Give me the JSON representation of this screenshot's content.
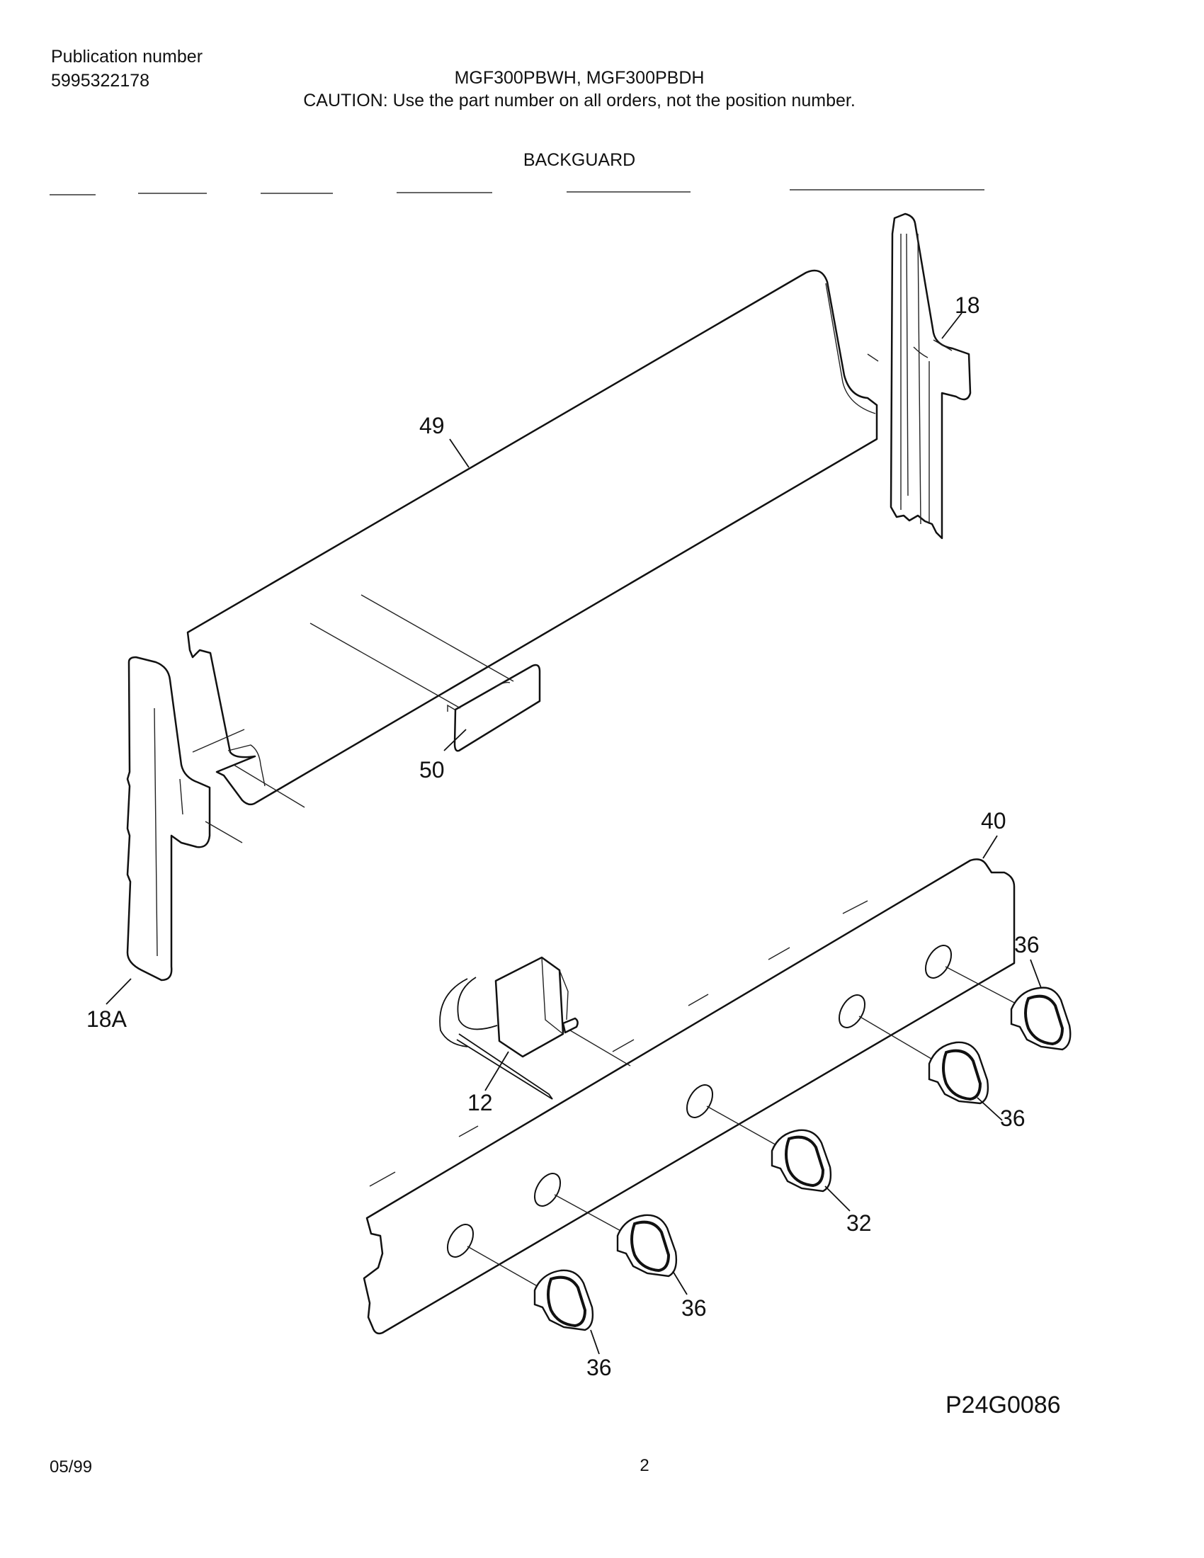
{
  "header": {
    "publication_label": "Publication number",
    "publication_number": "5995322178",
    "models": "MGF300PBWH, MGF300PBDH",
    "caution": "CAUTION:  Use the part number on all orders, not the position number.",
    "section_title": "BACKGUARD"
  },
  "diagram": {
    "callouts": {
      "c18": "18",
      "c18a": "18A",
      "c49": "49",
      "c50": "50",
      "c40": "40",
      "c12": "12",
      "c32": "32",
      "c36a": "36",
      "c36b": "36",
      "c36c": "36",
      "c36d": "36"
    },
    "figure_code": "P24G0086"
  },
  "footer": {
    "date": "05/99",
    "page_number": "2"
  }
}
